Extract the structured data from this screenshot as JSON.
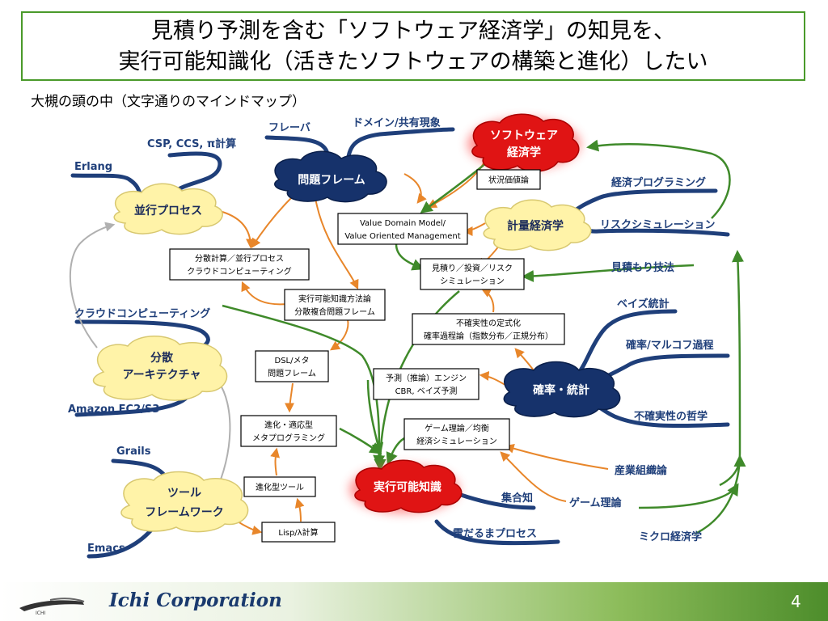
{
  "title": {
    "line1": "見積り予測を含む「ソフトウェア経済学」の知見を、",
    "line2": "実行可能知識化（活きたソフトウェアの構築と進化）したい"
  },
  "subtitle": "大槻の頭の中（文字通りのマインドマップ）",
  "clouds": {
    "software_econ_1": "ソフトウェア",
    "software_econ_2": "経済学",
    "problem_frame": "問題フレーム",
    "parallel_process": "並行プロセス",
    "metric_econ": "計量経済学",
    "distributed_1": "分散",
    "distributed_2": "アーキテクチャ",
    "probability": "確率・統計",
    "executable": "実行可能知識",
    "tool_fw_1": "ツール",
    "tool_fw_2": "フレームワーク"
  },
  "boxes": {
    "situation": "状況価値論",
    "value_model_1": "Value Domain Model/",
    "value_model_2": "Value Oriented Management",
    "distcalc_1": "分散計算／並行プロセス",
    "distcalc_2": "クラウドコンピューティング",
    "estimate_1": "見積り／投資／リスク",
    "estimate_2": "シミュレーション",
    "execmethod_1": "実行可能知識方法論",
    "execmethod_2": "分散複合問題フレーム",
    "uncertain_1": "不確実性の定式化",
    "uncertain_2": "確率過程論（指数分布／正規分布）",
    "dsl_1": "DSL/メタ",
    "dsl_2": "問題フレーム",
    "predict_1": "予測（推論）エンジン",
    "predict_2": "CBR, ベイズ予測",
    "evolve_1": "進化・適応型",
    "evolve_2": "メタプログラミング",
    "game_1": "ゲーム理論／均衡",
    "game_2": "経済シミュレーション",
    "evotool": "進化型ツール",
    "lisp": "Lisp/λ計算"
  },
  "labels": {
    "flavor": "フレーバ",
    "domain": "ドメイン/共有現象",
    "csp": "CSP, CCS, π計算",
    "erlang": "Erlang",
    "econ_prog": "経済プログラミング",
    "risk_sim": "リスクシミュレーション",
    "estimation": "見積もり技法",
    "bayes": "ベイズ統計",
    "markov": "確率/マルコフ過程",
    "uncertainty_phil": "不確実性の哲学",
    "cloud_computing": "クラウドコンピューティング",
    "amazon": "Amazon EC2/S3",
    "grails": "Grails",
    "emacs": "Emacs",
    "collective": "集合知",
    "game_theory": "ゲーム理論",
    "snowball": "雪だるまプロセス",
    "industrial": "産業組織論",
    "micro": "ミクロ経済学"
  },
  "colors": {
    "title_border": "#4a9a2a",
    "branch": "#1f3f7a",
    "arrow_orange": "#e8862a",
    "arrow_green": "#3f8a2a",
    "cloud_yellow": "#fff3a8",
    "cloud_red": "#e01414",
    "cloud_navy": "#16326b",
    "company": "#1a3a6e"
  },
  "footer": {
    "company": "Ichi Corporation",
    "page": "4",
    "logo_text": "ICHI"
  }
}
